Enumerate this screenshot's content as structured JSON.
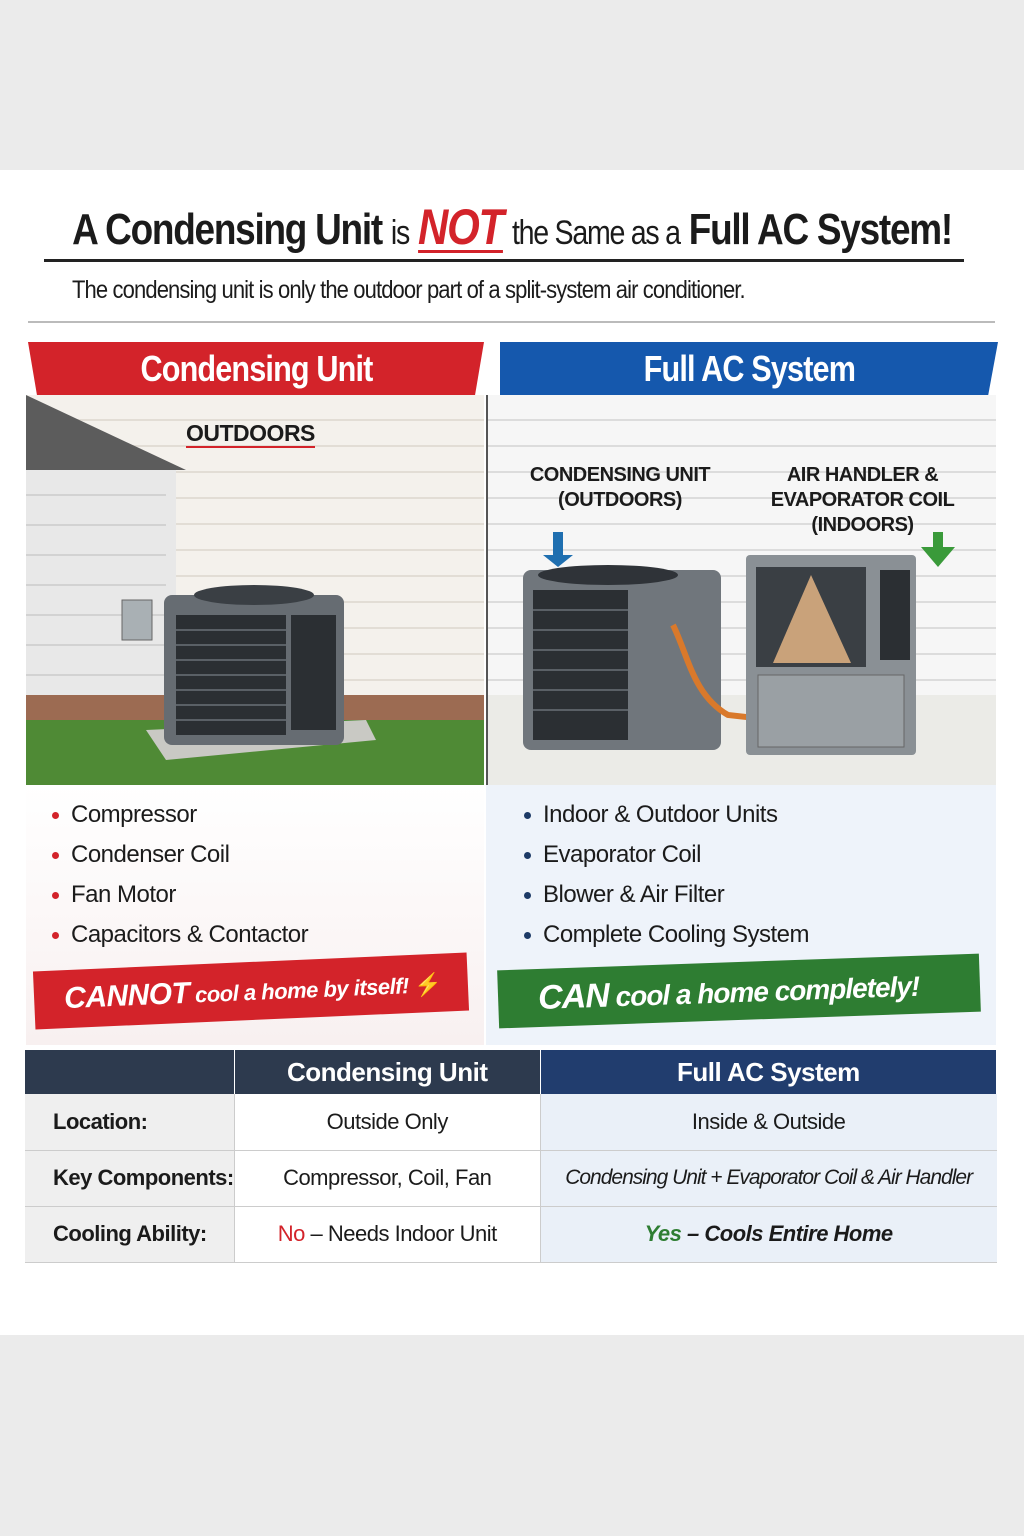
{
  "title": {
    "part1": "A Condensing Unit",
    "part2": "is",
    "emphasis": "NOT",
    "part3": "the Same as a",
    "part4": "Full AC System!"
  },
  "subtitle": "The condensing unit is only the outdoor part of a split-system air conditioner.",
  "left": {
    "banner": "Condensing Unit",
    "image_label": "OUTDOORS",
    "bullets": [
      "Compressor",
      "Condenser Coil",
      "Fan Motor",
      "Capacitors & Contactor"
    ],
    "callout": {
      "strong": "CANNOT",
      "rest": "cool a home by itself!"
    }
  },
  "right": {
    "banner": "Full AC System",
    "label_outdoor": {
      "line1": "CONDENSING UNIT",
      "line2": "(OUTDOORS)"
    },
    "label_indoor": {
      "line1": "AIR HANDLER &",
      "line2": "EVAPORATOR COIL",
      "line3": "(INDOORS)"
    },
    "bullets": [
      "Indoor & Outdoor Units",
      "Evaporator Coil",
      "Blower & Air Filter",
      "Complete Cooling System"
    ],
    "callout": {
      "strong": "CAN",
      "rest": "cool a home completely!"
    }
  },
  "table": {
    "headers": [
      "",
      "Condensing Unit",
      "Full AC System"
    ],
    "rows": [
      {
        "label": "Location:",
        "left": "Outside Only",
        "right": "Inside & Outside"
      },
      {
        "label": "Key Components:",
        "left": "Compressor, Coil, Fan",
        "right": "Condensing Unit + Evaporator Coil & Air Handler"
      },
      {
        "label": "Cooling Ability:",
        "left_status": "No",
        "left": "– Needs Indoor Unit",
        "right_status": "Yes",
        "right": "– Cools Entire Home"
      }
    ]
  },
  "colors": {
    "red": "#d3232a",
    "blue": "#1558ad",
    "green": "#2e7d32",
    "navy": "#2d3a4e"
  }
}
